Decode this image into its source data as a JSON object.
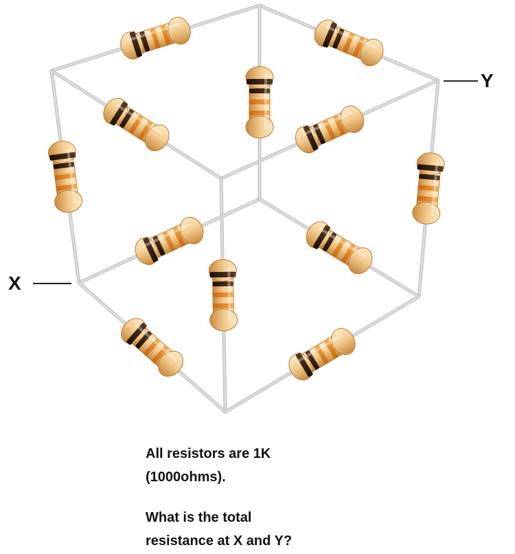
{
  "diagram": {
    "terminals": {
      "x_label": "X",
      "y_label": "Y"
    },
    "component": "resistor",
    "resistor_count": 12,
    "colors": {
      "wire": "#dcdcdc",
      "wire_edge": "#bdbdbd",
      "resistor_body": "#f3cd92",
      "band_dark": "#2b1a10",
      "band_orange": "#e58a22"
    }
  },
  "caption": {
    "line1": "All resistors are 1K",
    "line2": "(1000ohms).",
    "line3": "What is the total",
    "line4": "resistance at X and Y?"
  }
}
